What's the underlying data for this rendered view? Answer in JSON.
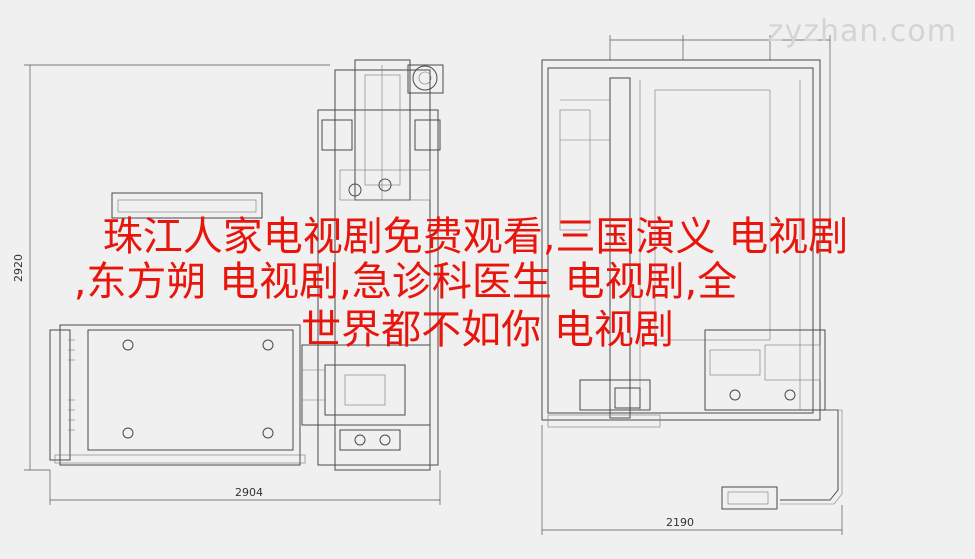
{
  "watermark": "zyzhan.com",
  "overlay_title": {
    "line1": "珠江人家电视剧免费观看,三国演义 电视剧",
    "line2": ",东方朔 电视剧,急诊科医生 电视剧,全",
    "line3": "世界都不如你 电视剧"
  },
  "dimensions": {
    "height_left": "2920",
    "width_left": "2904",
    "width_right": "2190"
  },
  "colors": {
    "overlay_text": "#e8150c",
    "background": "#f0f0f0",
    "line": "#4a4a4a"
  }
}
